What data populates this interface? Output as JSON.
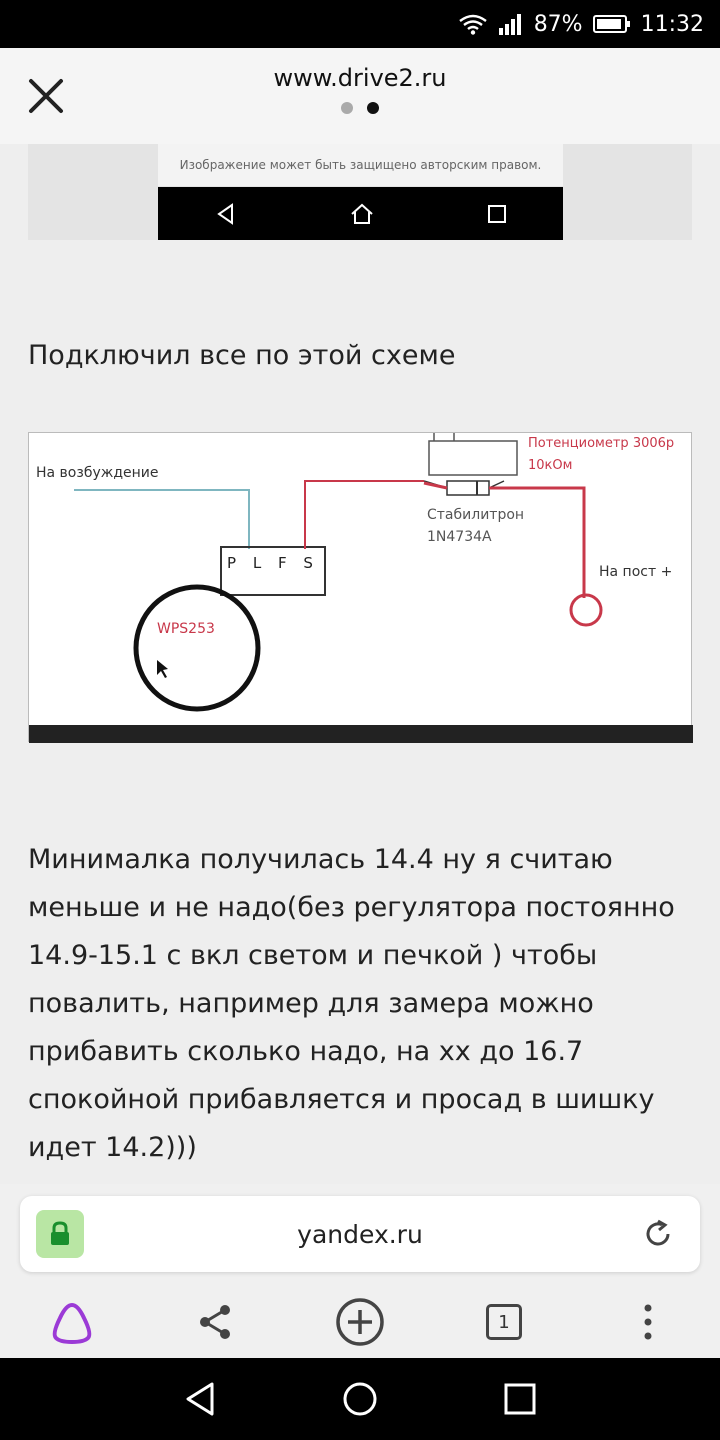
{
  "status_bar": {
    "battery_percent": "87%",
    "time": "11:32"
  },
  "header": {
    "site_title": "www.drive2.ru",
    "page_dots": {
      "total": 2,
      "active": 2
    }
  },
  "embedded_screenshot": {
    "caption": "Изображение может быть защищено авторским правом."
  },
  "article": {
    "paragraph_1": "Подключил все по этой схеме",
    "paragraph_2": "Минималка получилась 14.4 ну я считаю меньше и не надо(без регулятора постоянно 14.9-15.1 с вкл светом и печкой ) чтобы повалить, например для замера можно прибавить сколько надо, на хх до 16.7 спокойной прибавляется и просад в шишку идет 14.2)))"
  },
  "diagram": {
    "label_excitation": "На возбуждение",
    "terminals": "P L F S",
    "label_regulator": "WPS253",
    "label_potentiometer": "Потенциометр 3006р",
    "label_resistance": "10кОм",
    "label_zener": "Стабилитрон",
    "label_zener_model": "1N4734A",
    "label_positive": "На пост +",
    "colors": {
      "wire_blue": "#7fb6c0",
      "wire_red": "#c8384a",
      "text_red": "#c8384a"
    }
  },
  "url_bar": {
    "domain": "yandex.ru",
    "secure": true
  },
  "toolbar": {
    "tab_count": "1"
  }
}
